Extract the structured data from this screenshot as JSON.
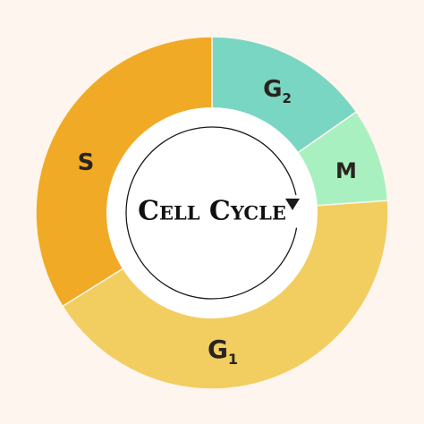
{
  "title": "Cell Cycle",
  "colors": {
    "background": "#fdf5ee",
    "segment_divider": "#fdf5ee",
    "inner_circle": "#ffffff",
    "arrow": "#1a1a1a"
  },
  "segments": [
    {
      "label": "G",
      "subscript": "2",
      "color": "#79d6c2"
    },
    {
      "label": "M",
      "subscript": "",
      "color": "#a8f0c0"
    },
    {
      "label": "G",
      "subscript": "1",
      "color": "#f2cd60"
    },
    {
      "label": "S",
      "subscript": "",
      "color": "#f0aa25"
    }
  ]
}
